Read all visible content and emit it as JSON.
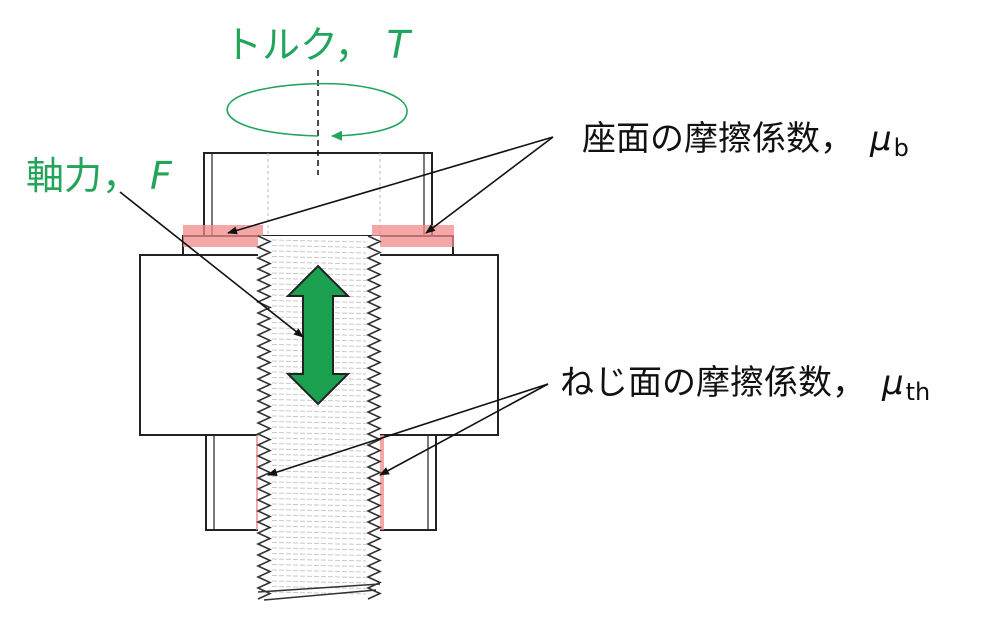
{
  "labels": {
    "torque": {
      "text": "トルク，",
      "symbol": "T"
    },
    "axial_force": {
      "text": "軸力，",
      "symbol": "F"
    },
    "bearing_friction": {
      "text": "座面の摩擦係数，",
      "symbol": "μ",
      "subscript": "b"
    },
    "thread_friction": {
      "text": "ねじ面の摩擦係数，",
      "symbol": "μ",
      "subscript": "th"
    }
  },
  "colors": {
    "highlight": "#f08a8a",
    "force_arrow": "#1aa04f",
    "torque": "#22a55b",
    "line": "#111111"
  }
}
